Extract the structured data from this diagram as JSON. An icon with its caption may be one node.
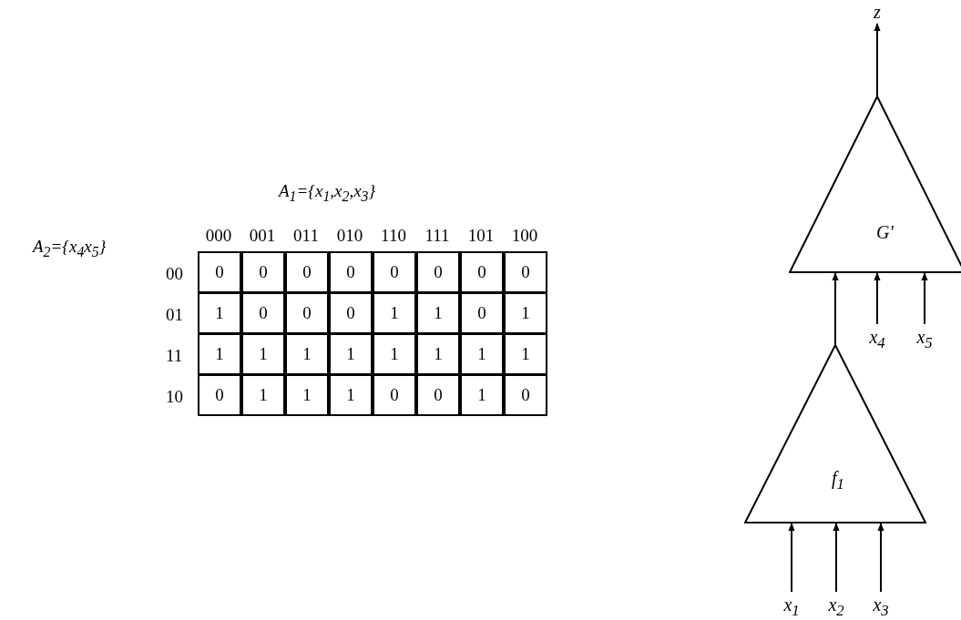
{
  "diagram": {
    "nodes": [
      {
        "text": [
          "z"
        ]
      },
      {
        "text": [
          "G′"
        ]
      },
      {
        "text": [
          "x$_{4}$"
        ]
      },
      {
        "text": [
          "x$_{5}$"
        ]
      },
      {
        "text": [
          "f$_{1}$"
        ]
      },
      {
        "text": [
          "x$_{1}$"
        ]
      },
      {
        "text": [
          "x$_{2}$"
        ]
      },
      {
        "text": [
          "x$_{3}$"
        ]
      }
    ],
    "edges": [
      {
        "from": 1,
        "to": 0,
        "arrow": "to"
      },
      {
        "from": 4,
        "to": 1,
        "arrow": "to"
      },
      {
        "from": 2,
        "to": 1,
        "arrow": "to"
      },
      {
        "from": 3,
        "to": 1,
        "arrow": "to"
      },
      {
        "from": 5,
        "to": 4,
        "arrow": "to"
      },
      {
        "from": 6,
        "to": 4,
        "arrow": "to"
      },
      {
        "from": 7,
        "to": 4,
        "arrow": "to"
      }
    ],
    "labels": [
      "A$_{1}$={x$_{1}$,x$_{2}$,x$_{3}$}",
      "A$_{2}$={x$_{4}$x$_{5}$}",
      "000",
      "001",
      "011",
      "010",
      "110",
      "111",
      "101",
      "100",
      "00",
      "0",
      "0",
      "0",
      "0",
      "0",
      "0",
      "0",
      "0",
      "01",
      "1",
      "0",
      "0",
      "0",
      "1",
      "1",
      "0",
      "1",
      "11",
      "1",
      "1",
      "1",
      "1",
      "1",
      "1",
      "1",
      "1",
      "10",
      "0",
      "1",
      "1",
      "1",
      "0",
      "0",
      "1",
      "0"
    ]
  }
}
